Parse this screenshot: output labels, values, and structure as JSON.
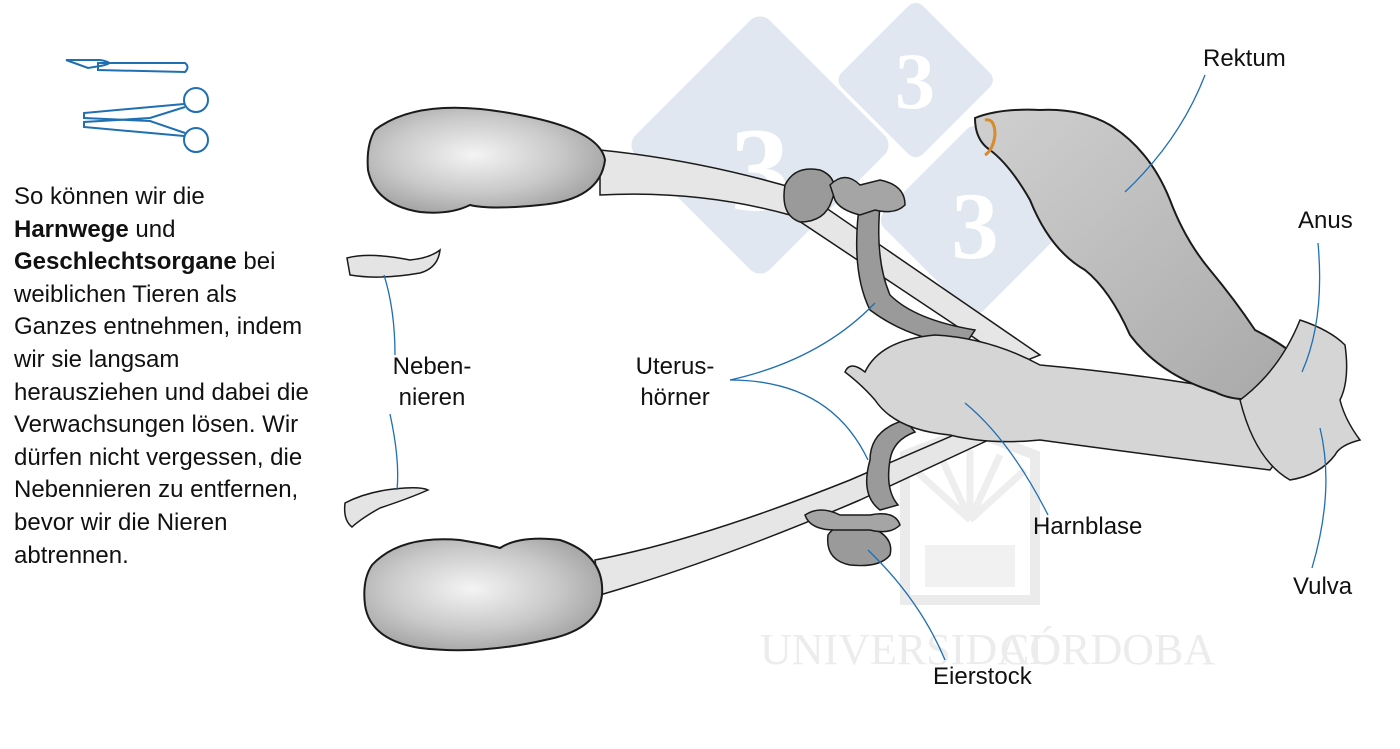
{
  "instructions": {
    "t1": "So können wir die",
    "b1": "Harnwege",
    "t2": " und",
    "b2": "Geschlechtsorgane",
    "t3": " bei weiblichen Tieren als Ganzes entnehmen, indem wir sie langsam herausziehen und dabei die Verwachsungen lösen. Wir dürfen nicht vergessen, die Nebennieren zu entfernen, bevor wir die Nieren abtrennen."
  },
  "labels": {
    "rektum": "Rektum",
    "anus": "Anus",
    "vulva": "Vulva",
    "harnblase": "Harnblase",
    "eierstock": "Eierstock",
    "uterus_1": "Uterus-",
    "uterus_2": "hörner",
    "neben_1": "Neben-",
    "neben_2": "nieren"
  },
  "watermark": {
    "digit": "3",
    "university": "UNIVERSIDAD",
    "university_2": "CÓRDOBA"
  },
  "icons": [
    "scalpel-icon",
    "scissors-icon"
  ],
  "colors": {
    "organ_fill": "#bdbdbd",
    "organ_stroke": "#1a1a1a",
    "leader_line": "#1f6fb2",
    "icon_blue": "#1f6fb2",
    "watermark": "#dbe3ee",
    "ligature": "#d98a2b"
  }
}
